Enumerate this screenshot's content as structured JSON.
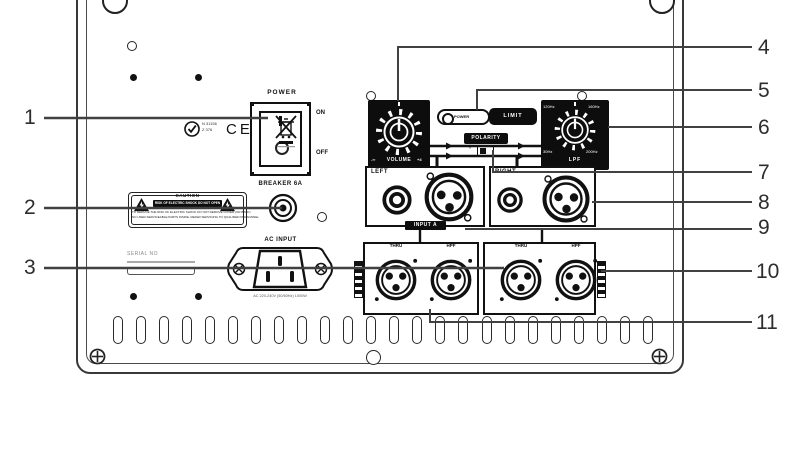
{
  "title": "Amplifier rear panel callout diagram",
  "callouts": {
    "left": [
      {
        "n": "1"
      },
      {
        "n": "2"
      },
      {
        "n": "3"
      }
    ],
    "right": [
      {
        "n": "4"
      },
      {
        "n": "5"
      },
      {
        "n": "6"
      },
      {
        "n": "7"
      },
      {
        "n": "8"
      },
      {
        "n": "9"
      },
      {
        "n": "10"
      },
      {
        "n": "11"
      }
    ]
  },
  "power": {
    "title": "POWER",
    "on": "ON",
    "off": "OFF",
    "breaker": "BREAKER 6A"
  },
  "certs": {
    "rcm_line1": "N 31156",
    "rcm_line2": "Z 376",
    "ce": "CE"
  },
  "caution": {
    "title": "CAUTION",
    "bar": "RISK OF ELECTRIC SHOCK DO NOT OPEN",
    "small1": "TO REDUCE THE RISK OF ELECTRIC SHOCK DO NOT REMOVE COVER (OR BACK)",
    "small2": "NO USER-SERVICEABLE PARTS INSIDE. REFER SERVICING TO QUALIFIED PERSONNEL"
  },
  "serial": {
    "label": "SERIAL NO"
  },
  "ac_input": {
    "label": "AC INPUT",
    "rating": "AC 220-240V (50/60Hz) 1000W"
  },
  "volume": {
    "label": "VOLUME",
    "min": "-∞",
    "max": "+4"
  },
  "indicators": {
    "power_led": "POWER",
    "limit": "LIMIT"
  },
  "lpf": {
    "label": "LPF",
    "tick_nw": "120Hz",
    "tick_ne": "160Hz",
    "tick_sw": "30Hz",
    "tick_se": "200Hz"
  },
  "polarity": {
    "label": "POLARITY",
    "left_mark": "+",
    "right_mark": "−"
  },
  "io": {
    "left": "LEFT",
    "right": "RIGHT",
    "input_a": "INPUT A",
    "thru": "THRU",
    "hpf": "HPF",
    "right_marker": "▲"
  },
  "panel": {
    "vent_slot_count": 24,
    "line_color": "#414141",
    "ink": "#111111"
  }
}
